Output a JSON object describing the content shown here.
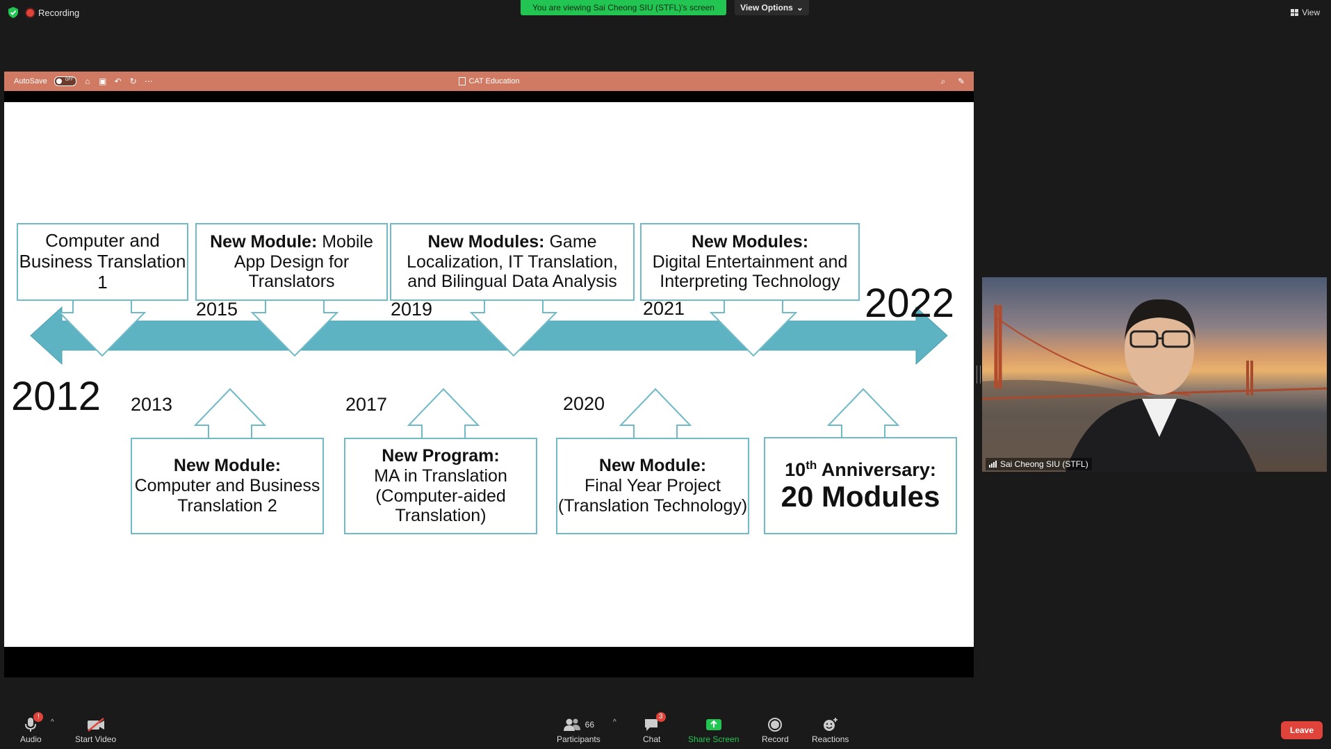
{
  "top": {
    "recording": "Recording",
    "viewing_banner": "You are viewing Sai Cheong SIU (STFL)'s screen",
    "view_options": "View Options",
    "view": "View"
  },
  "ppt": {
    "autosave": "AutoSave",
    "toggle_state": "OFF",
    "title": "CAT Education"
  },
  "slide": {
    "year_2012": "2012",
    "year_2022": "2022",
    "top_boxes": [
      {
        "year": "",
        "bold": "",
        "text": "Computer and Business Translation 1"
      },
      {
        "year": "2015",
        "bold": "New Module:",
        "text": "Mobile App Design for Translators"
      },
      {
        "year": "2019",
        "bold": "New Modules:",
        "text": "Game Localization, IT Translation, and Bilingual Data Analysis"
      },
      {
        "year": "2021",
        "bold": "New Modules:",
        "text": "Digital Entertainment and Interpreting Technology"
      }
    ],
    "bottom_boxes": [
      {
        "year": "2013",
        "bold": "New Module:",
        "text": "Computer and Business Translation 2"
      },
      {
        "year": "2017",
        "bold": "New Program:",
        "text": "MA in Translation (Computer-aided Translation)"
      },
      {
        "year": "2020",
        "bold": "New Module:",
        "text": "Final Year Project (Translation Technology)"
      }
    ],
    "anniversary": {
      "pre": "10",
      "sup": "th",
      "post": "Anniversary:",
      "line2": "20 Modules"
    },
    "arrow_color": "#5eb3c2"
  },
  "video": {
    "name": "Sai Cheong SIU (STFL)"
  },
  "toolbar": {
    "audio": "Audio",
    "audio_badge": "!",
    "start_video": "Start Video",
    "participants": "Participants",
    "participants_count": "66",
    "chat": "Chat",
    "chat_badge": "3",
    "share_screen": "Share Screen",
    "record": "Record",
    "reactions": "Reactions",
    "leave": "Leave"
  }
}
